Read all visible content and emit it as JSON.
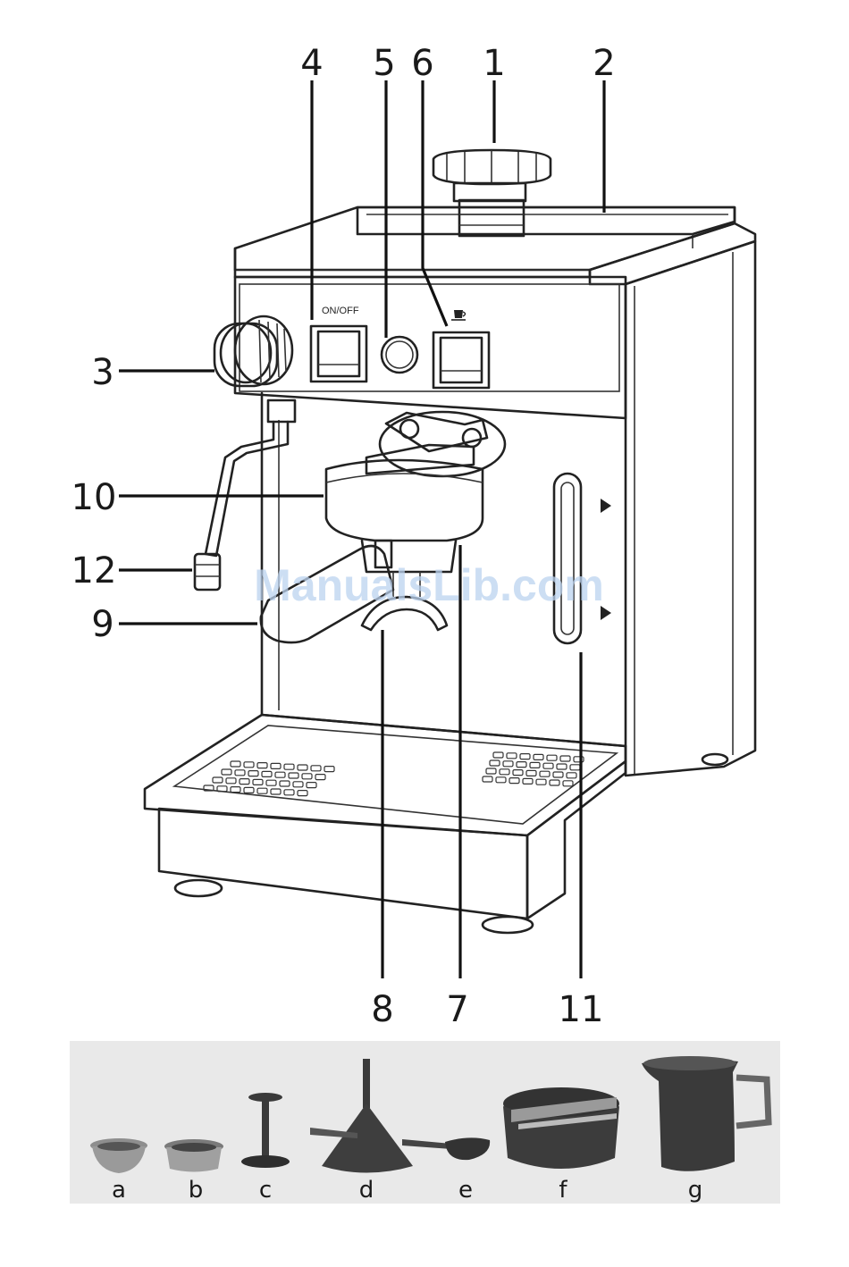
{
  "callouts": {
    "n1": "1",
    "n2": "2",
    "n3": "3",
    "n4": "4",
    "n5": "5",
    "n6": "6",
    "n7": "7",
    "n8": "8",
    "n9": "9",
    "n10": "10",
    "n11": "11",
    "n12": "12"
  },
  "switch_label": "ON/OFF",
  "accessories": {
    "a": "a",
    "b": "b",
    "c": "c",
    "d": "d",
    "e": "e",
    "f": "f",
    "g": "g"
  },
  "watermark": "ManualsLib.com",
  "icons": {
    "cup": "coffee-cup-icon"
  },
  "colors": {
    "ink": "#1a1a1a",
    "watermark": "#bcd3ef",
    "accessory_dark": "#3a3a3a"
  }
}
